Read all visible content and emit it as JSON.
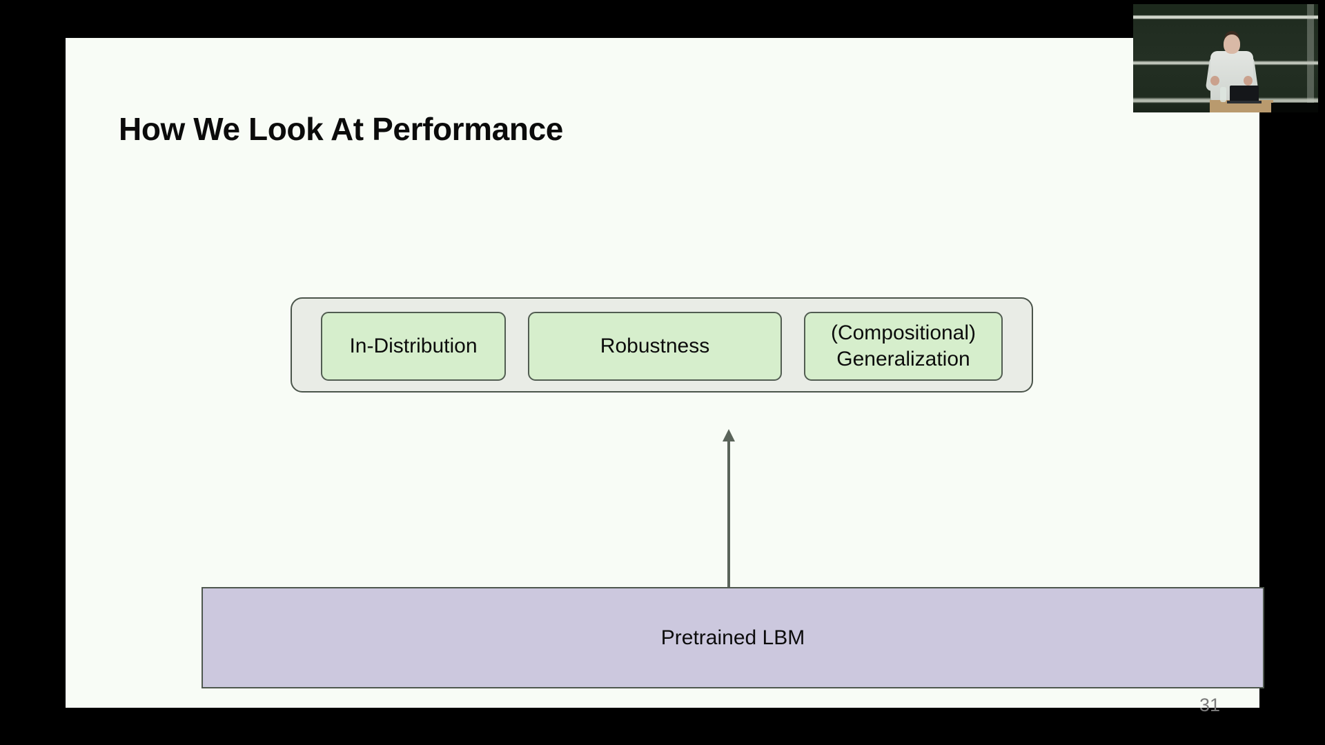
{
  "slide": {
    "title": "How We Look At Performance",
    "page_number": "31",
    "background_color": "#f8fcf6",
    "title_color": "#0b0b0b"
  },
  "diagram": {
    "container": {
      "name": "evaluation-axes-container",
      "fill_color": "#e9ece6",
      "border_color": "#4a544a"
    },
    "boxes": [
      {
        "id": "in-distribution",
        "lines": [
          "In-Distribution"
        ],
        "fill_color": "#d6eecc",
        "border_color": "#515c51"
      },
      {
        "id": "robustness",
        "lines": [
          "Robustness"
        ],
        "fill_color": "#d6eecc",
        "border_color": "#515c51"
      },
      {
        "id": "compositional-generalization",
        "lines": [
          "(Compositional)",
          "Generalization"
        ],
        "fill_color": "#d6eecc",
        "border_color": "#515c51"
      }
    ],
    "arrow": {
      "direction": "up",
      "from": "pretrained-lbm-bar",
      "to": "evaluation-axes-container",
      "color": "#5a645a"
    },
    "foundation_bar": {
      "label": "Pretrained LBM",
      "fill_color": "#ccc8de",
      "border_color": "#4e574e"
    }
  },
  "pip": {
    "name": "presenter-webcam-feed",
    "description": "Lecture hall video: presenter standing at a podium with a laptop in front of a dark green chalkboard"
  }
}
